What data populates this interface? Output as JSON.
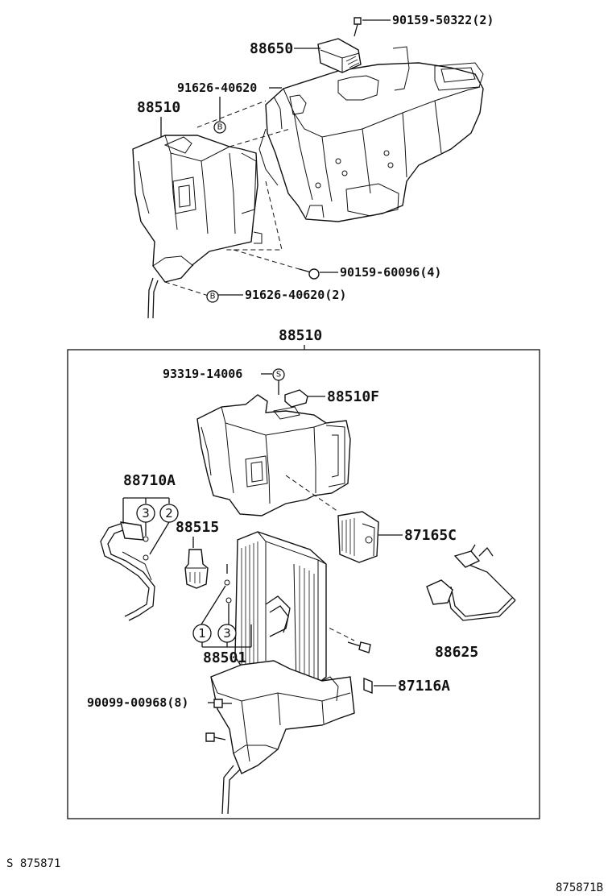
{
  "labels": {
    "p90159_50322": "90159-50322(2)",
    "p88650": "88650",
    "p91626_40620_a": "91626-40620",
    "p88510_top": "88510",
    "p90159_60096": "90159-60096(4)",
    "p91626_40620_b": "91626-40620(2)",
    "p88510_box": "88510",
    "p93319_14006": "93319-14006",
    "p88510F": "88510F",
    "p88710A": "88710A",
    "p88515": "88515",
    "p87165C": "87165C",
    "p88501": "88501",
    "p88625": "88625",
    "p87116A": "87116A",
    "p90099_00968": "90099-00968(8)"
  },
  "symbols": {
    "b_mark": "B",
    "s_mark": "S",
    "ring_3": "3",
    "ring_2": "2",
    "ring_1": "1"
  },
  "footer": {
    "left": "S 875871",
    "right": "875871B"
  }
}
